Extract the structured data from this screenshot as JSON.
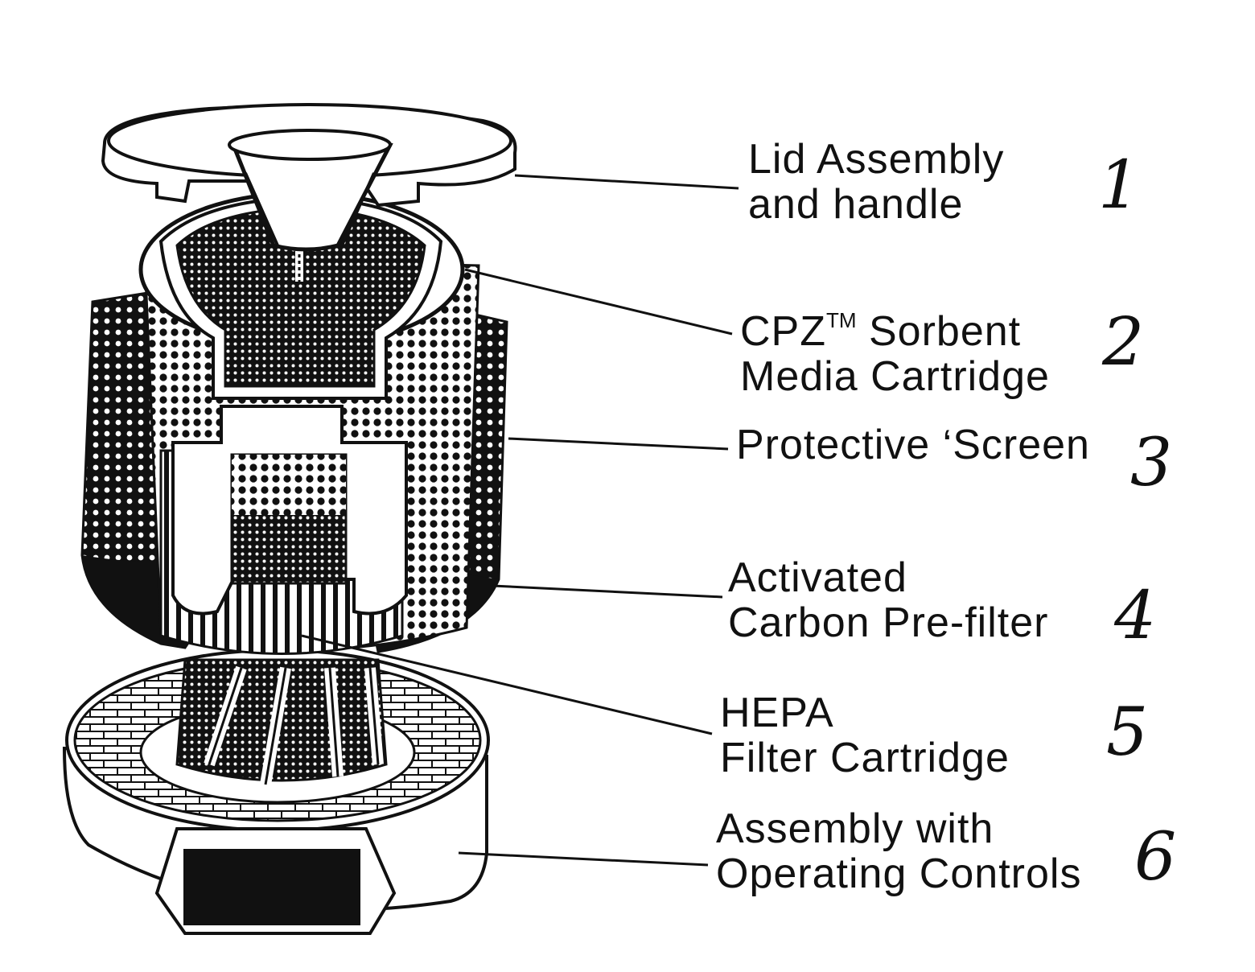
{
  "components": [
    {
      "number": "1",
      "line1": "Lid Assembly",
      "line2": "and handle"
    },
    {
      "number": "2",
      "line1_pre": "CPZ",
      "line1_tm": "TM",
      "line1_post": " Sorbent",
      "line2": "Media Cartridge"
    },
    {
      "number": "3",
      "line1": "Protective ‘Screen"
    },
    {
      "number": "4",
      "line1": "Activated",
      "line2": "Carbon Pre-filter"
    },
    {
      "number": "5",
      "line1": "HEPA",
      "line2": "Filter Cartridge"
    },
    {
      "number": "6",
      "line1": "Assembly with",
      "line2": "Operating Controls"
    }
  ],
  "colors": {
    "ink": "#111111",
    "paper": "#ffffff"
  }
}
